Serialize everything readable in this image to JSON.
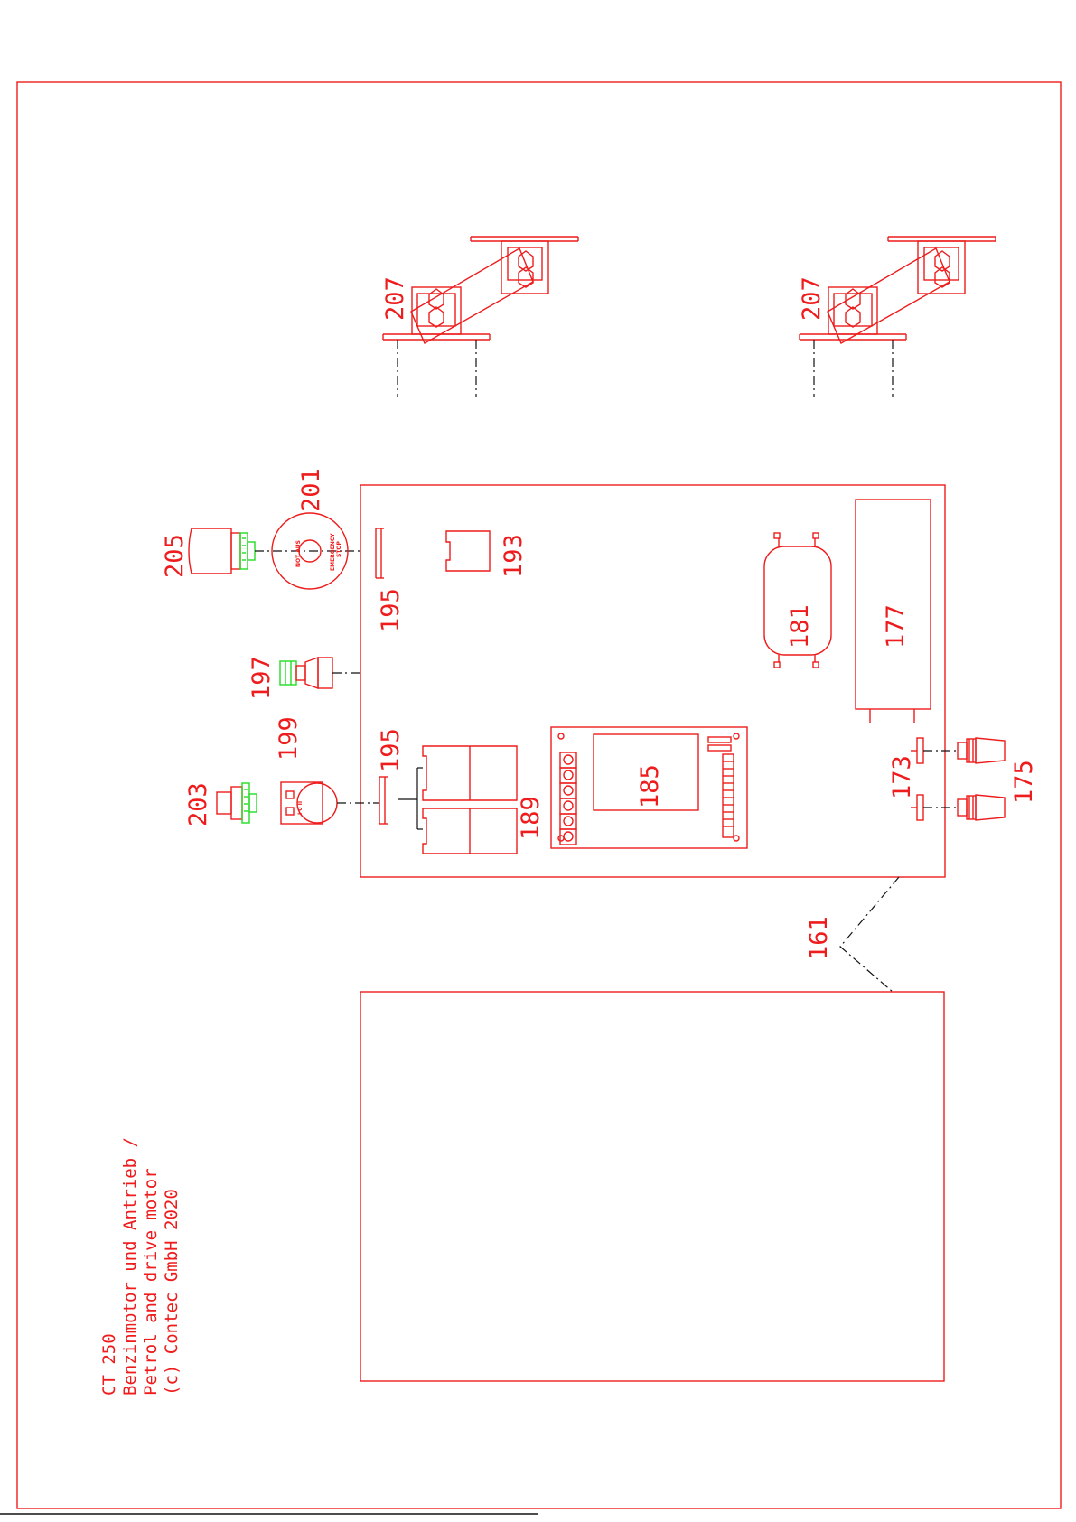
{
  "title_block": {
    "line1": "CT 250",
    "line2": "Benzinmotor und Antrieb /",
    "line3": "Petrol and drive motor",
    "line4": "(c) Contec GmbH 2020"
  },
  "labels": {
    "p161": "161",
    "p173": "173",
    "p175": "175",
    "p177": "177",
    "p181": "181",
    "p185": "185",
    "p189": "189",
    "p193": "193",
    "p195a": "195",
    "p195b": "195",
    "p197": "197",
    "p199": "199",
    "p201": "201",
    "p203": "203",
    "p205": "205",
    "p207a": "207",
    "p207b": "207"
  },
  "estop": {
    "text1": "NOT AUS",
    "text2": "EMERGENCY",
    "text3": "STOP"
  },
  "switch": {
    "text": "I 0 II"
  },
  "colors": {
    "line": "#ee1c1c",
    "accent": "#22dd22",
    "leader": "#111111"
  }
}
